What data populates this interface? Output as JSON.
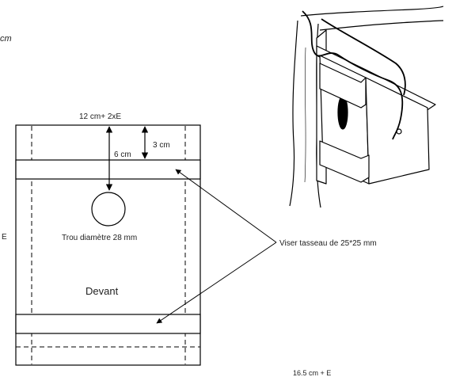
{
  "labels": {
    "cm_partial": "cm",
    "e_partial": "E",
    "width_top": "12 cm+ 2xE",
    "dim_3cm": "3 cm",
    "dim_6cm": "6 cm",
    "hole": "Trou diamètre 28 mm",
    "front": "Devant",
    "screw_note": "Viser tasseau de 25*25 mm",
    "bottom_dim": "16.5 cm + E"
  }
}
